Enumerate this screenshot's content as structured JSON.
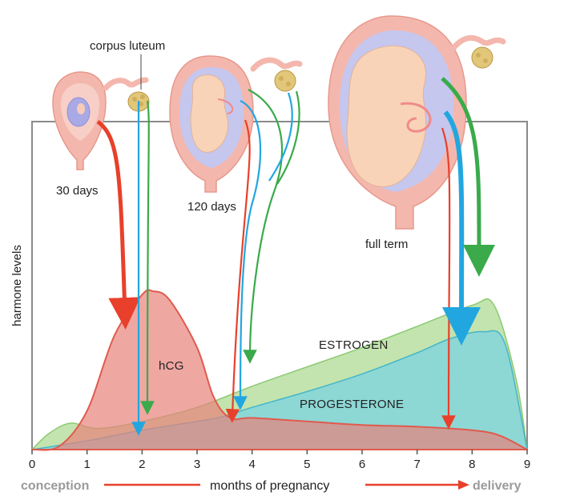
{
  "diagram": {
    "y_axis_label": "harmone levels",
    "x_axis_label": "months of pregnancy",
    "start_label": "conception",
    "end_label": "delivery",
    "stage_labels": [
      "30 days",
      "120 days",
      "full term"
    ],
    "organ_label": "corpus luteum",
    "curve_labels": {
      "hcg": "hCG",
      "estrogen": "ESTROGEN",
      "progesterone": "PROGESTERONE"
    },
    "colors": {
      "hcg": "#e8827a",
      "estrogen": "#b9dfa0",
      "progesterone": "#7fd3df",
      "red_arrow": "#e8402a",
      "blue_arrow": "#22a6e0",
      "green_arrow": "#3aaa4a",
      "uterus": "#f4b7ad",
      "fetus": "#f9d3b8"
    }
  },
  "chart_data": {
    "type": "area",
    "xlabel": "months of pregnancy",
    "ylabel": "harmone levels",
    "xlim": [
      0,
      9
    ],
    "x_ticks": [
      "0",
      "1",
      "2",
      "3",
      "4",
      "5",
      "6",
      "7",
      "8",
      "9"
    ],
    "series": [
      {
        "name": "ESTROGEN",
        "x": [
          0,
          0.3,
          0.7,
          1.2,
          2,
          3,
          4,
          5,
          6,
          7,
          8,
          8.4,
          8.8,
          9
        ],
        "y": [
          0,
          0.09,
          0.15,
          0.12,
          0.16,
          0.24,
          0.36,
          0.47,
          0.58,
          0.7,
          0.82,
          0.82,
          0.4,
          0
        ]
      },
      {
        "name": "PROGESTERONE",
        "x": [
          0,
          1,
          2,
          3,
          3.5,
          4,
          5,
          6,
          7,
          7.6,
          8.2,
          8.6,
          9
        ],
        "y": [
          0,
          0.05,
          0.11,
          0.16,
          0.19,
          0.24,
          0.33,
          0.43,
          0.55,
          0.63,
          0.67,
          0.6,
          0
        ]
      },
      {
        "name": "hCG",
        "x": [
          0,
          0.5,
          1,
          1.5,
          2,
          2.2,
          2.5,
          3,
          3.3,
          3.6,
          4,
          5,
          6,
          7,
          8,
          8.5,
          9
        ],
        "y": [
          0,
          0.02,
          0.22,
          0.65,
          0.88,
          0.9,
          0.85,
          0.58,
          0.3,
          0.18,
          0.18,
          0.16,
          0.14,
          0.13,
          0.11,
          0.08,
          0
        ]
      }
    ]
  }
}
